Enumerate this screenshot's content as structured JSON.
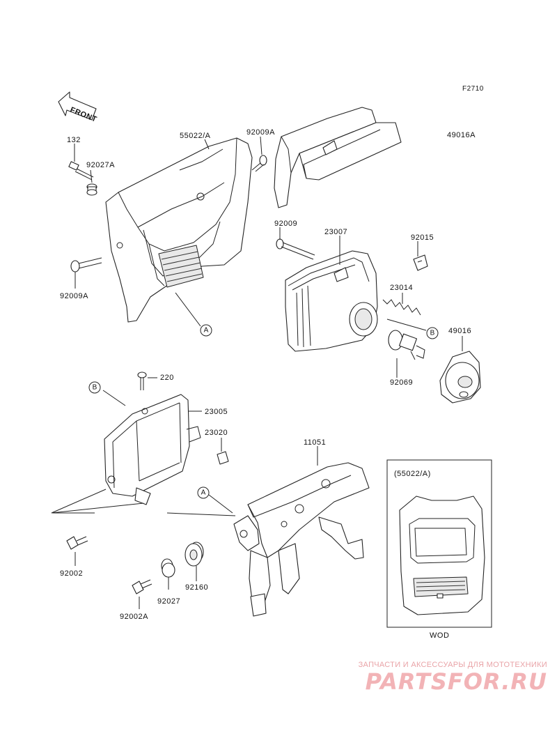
{
  "figure_code": "F2710",
  "front_label": "FRONT",
  "parts": [
    {
      "number": "132"
    },
    {
      "number": "92027A"
    },
    {
      "number": "55022/A"
    },
    {
      "number": "92009A"
    },
    {
      "number": "49016A"
    },
    {
      "number": "92009A"
    },
    {
      "number": "92009"
    },
    {
      "number": "23007"
    },
    {
      "number": "92015"
    },
    {
      "number": "23014"
    },
    {
      "number": "49016"
    },
    {
      "number": "92069"
    },
    {
      "number": "220"
    },
    {
      "number": "23005"
    },
    {
      "number": "23020"
    },
    {
      "number": "11051"
    },
    {
      "number": "92002"
    },
    {
      "number": "92160"
    },
    {
      "number": "92027"
    },
    {
      "number": "92002A"
    }
  ],
  "callouts": [
    "A",
    "B",
    "B",
    "A"
  ],
  "inset": {
    "title": "(55022/A)",
    "caption": "WOD"
  },
  "watermark": {
    "tagline": "ЗАПЧАСТИ И АКСЕССУАРЫ ДЛЯ МОТОТЕХНИКИ",
    "logo": "PARTSFOR.RU"
  }
}
